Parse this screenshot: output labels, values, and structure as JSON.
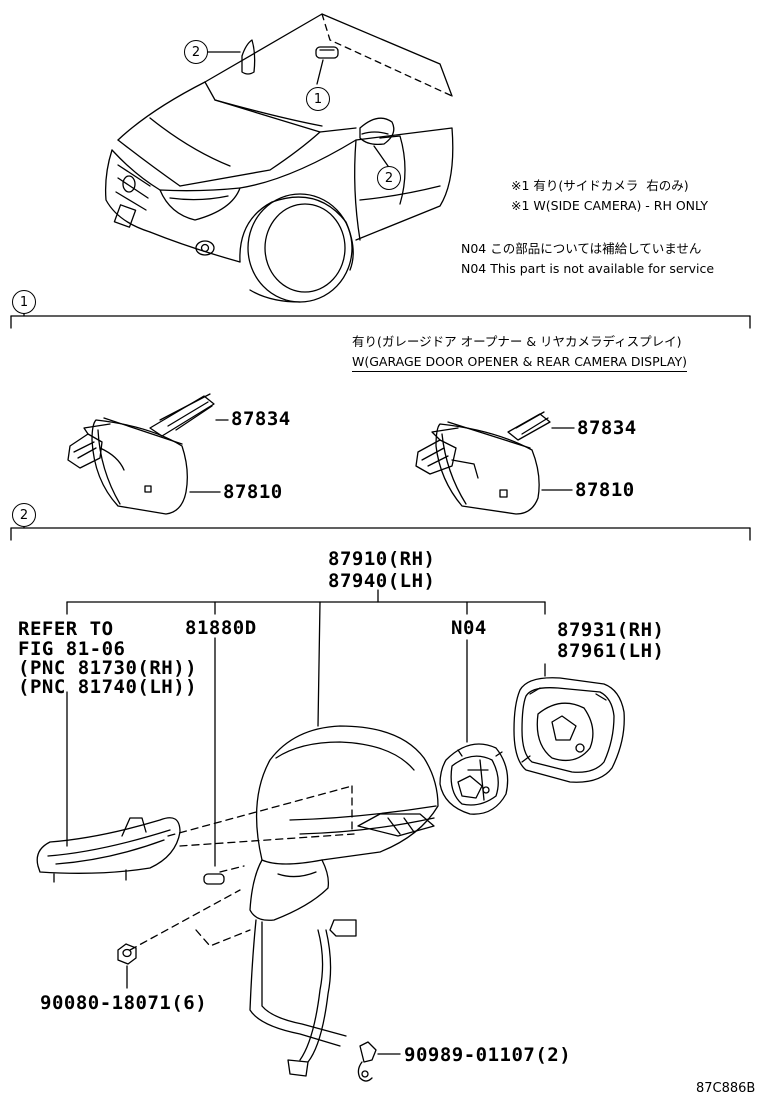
{
  "callouts": {
    "c1": "1",
    "c2": "2"
  },
  "notes": {
    "side_camera_jp": "※1 有り(サイドカメラ  右のみ)",
    "side_camera_en": "※1 W(SIDE CAMERA) - RH ONLY",
    "n04_jp": "N04 この部品については補給していません",
    "n04_en": "N04 This part is not available for service"
  },
  "section1": {
    "label": "1",
    "option_jp": "有り(ガレージドア オープナー & リヤカメラディスプレイ)",
    "option_en": "W(GARAGE DOOR OPENER & REAR CAMERA DISPLAY)",
    "left_cover": "87834",
    "left_mirror": "87810",
    "right_cover": "87834",
    "right_mirror": "87810"
  },
  "section2": {
    "label": "2",
    "assy_rh": "87910(RH)",
    "assy_lh": "87940(LH)",
    "refer_1": "REFER TO",
    "refer_2": "FIG 81-06",
    "refer_3": "(PNC 81730(RH))",
    "refer_4": "(PNC 81740(LH))",
    "lamp_part": "81880D",
    "motor_part": "N04",
    "glass_rh": "87931(RH)",
    "glass_lh": "87961(LH)",
    "nut_part": "90080-18071(6)",
    "clamp_part": "90989-01107(2)"
  },
  "footer_code": "87C886B"
}
